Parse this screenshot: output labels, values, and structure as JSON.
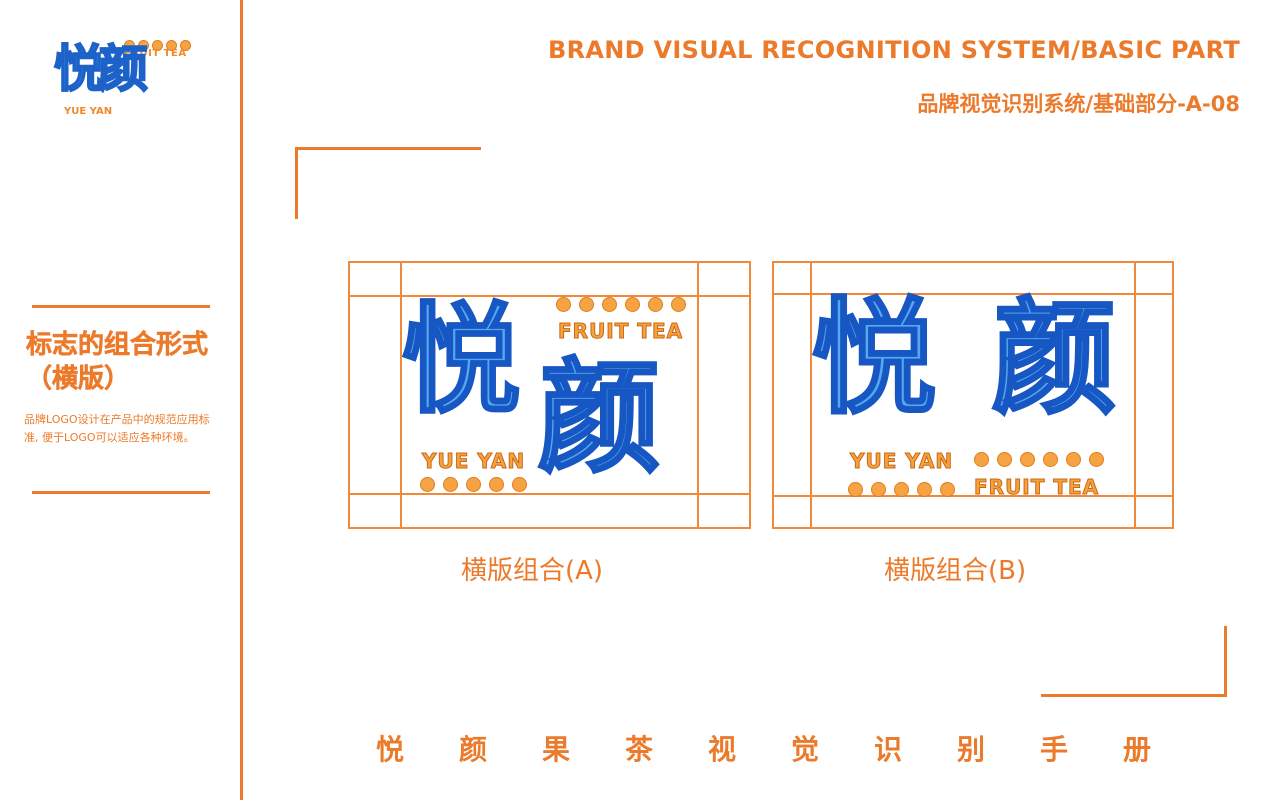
{
  "sidebar": {
    "logo": {
      "chinese": "悦颜",
      "english_top": "FRUIT TEA",
      "english_bottom": "YUE YAN"
    },
    "section_title": "标志的组合形式（横版）",
    "section_desc": "品牌LOGO设计在产品中的规范应用标准, 便于LOGO可以适应各种环境。"
  },
  "header": {
    "title_en": "BRAND VISUAL RECOGNITION SYSTEM/BASIC PART",
    "title_cn": "品牌视觉识别系统/基础部分-A-08"
  },
  "boards": [
    {
      "caption": "横版组合(A)",
      "char1": "悦",
      "char2": "颜",
      "tag_fruit": "FRUIT TEA",
      "tag_yue": "YUE YAN"
    },
    {
      "caption": "横版组合(B)",
      "char1": "悦",
      "char2": "颜",
      "tag_fruit": "FRUIT TEA",
      "tag_yue": "YUE YAN"
    }
  ],
  "footer": {
    "chars": [
      "悦",
      "颜",
      "果",
      "茶",
      "视",
      "觉",
      "识",
      "别",
      "手",
      "册"
    ]
  },
  "colors": {
    "accent": "#ec7a2b",
    "logo_blue": "#56a8f0",
    "logo_outline": "#1657c4",
    "fruit_orange": "#f5a23a"
  }
}
